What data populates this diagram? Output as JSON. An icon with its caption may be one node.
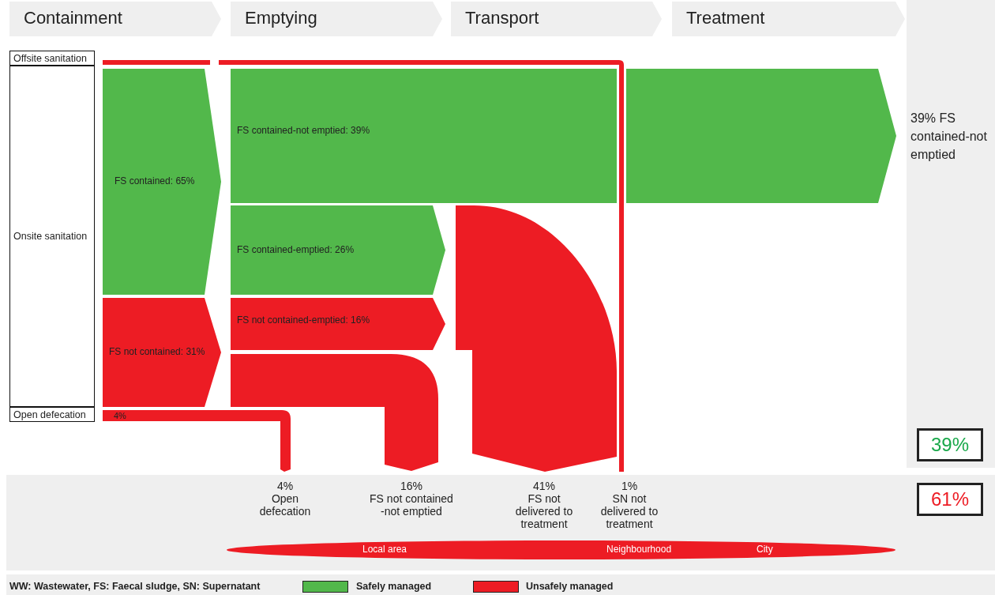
{
  "diagram": {
    "nodes": [
      {
        "text": [
          "Containment"
        ]
      },
      {
        "text": [
          "Emptying"
        ]
      },
      {
        "text": [
          "Transport"
        ]
      },
      {
        "text": [
          "Treatment"
        ]
      },
      {
        "text": [
          "Offsite sanitation"
        ]
      },
      {
        "text": [
          "Onsite sanitation"
        ]
      },
      {
        "text": [
          "Open defecation"
        ]
      },
      {
        "text": [
          "FS contained: 65%"
        ]
      },
      {
        "text": [
          "FS not contained: 31%"
        ]
      },
      {
        "text": [
          "FS contained-not emptied: 39%"
        ]
      },
      {
        "text": [
          "FS contained-emptied: 26%"
        ]
      },
      {
        "text": [
          "FS not contained-emptied: 16%"
        ]
      },
      {
        "text": [
          "4%"
        ]
      },
      {
        "text": [
          "39%"
        ]
      },
      {
        "text": [
          "61%"
        ]
      },
      {
        "text": [
          "Local area",
          "Neighbourhood",
          "City"
        ]
      },
      {
        "text": [],
        "shape": "arrow"
      },
      {
        "text": [],
        "shape": "band"
      },
      {
        "text": [],
        "shape": "band"
      }
    ],
    "labels": [
      "39% FS contained-not emptied",
      "4%",
      "Open defecation",
      "16%",
      "FS not contained -not emptied",
      "41%",
      "FS not delivered to treatment",
      "1%",
      "SN not delivered to treatment",
      "WW: Wastewater, FS: Faecal sludge, SN: Supernatant"
    ],
    "legend": [
      {
        "text": "Safely managed",
        "color": "#52b84b"
      },
      {
        "text": "Unsafely managed",
        "color": "#ed1c24"
      }
    ]
  }
}
